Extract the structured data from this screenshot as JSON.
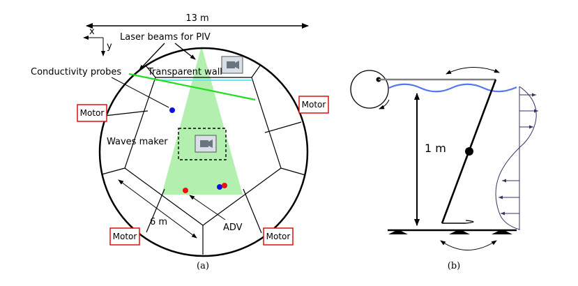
{
  "panel_a": {
    "axes": {
      "x": "x",
      "y": "y"
    },
    "width_label": "13 m",
    "laser_label": "Laser beams for PIV",
    "wall_label": "Transparent wall",
    "probes_label": "Conductivity probes",
    "wavemaker_label": "Waves maker",
    "side_label": "6 m",
    "adv_label": "ADV",
    "motor_label": "Motor",
    "caption": "(a)",
    "colors": {
      "laser_fill": "#b3f0b0",
      "laser_line": "#22dd22",
      "wall": "#66e6f0",
      "probe": "#1010dd",
      "adv": "#ee1111",
      "motor_box": "#dd1111",
      "camera": "#8c96a3"
    }
  },
  "panel_b": {
    "depth_label": "1 m",
    "caption": "(b)",
    "colors": {
      "water_surface": "#5577ee",
      "flow_arrow": "#333366",
      "rod": "#808080"
    }
  }
}
